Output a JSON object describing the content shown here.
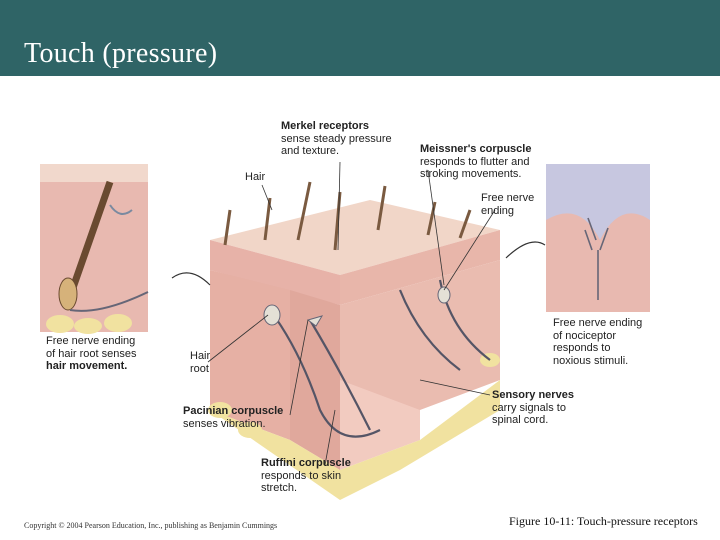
{
  "slide": {
    "title": "Touch (pressure)",
    "copyright": "Copyright © 2004 Pearson Education, Inc., publishing as Benjamin Cummings",
    "caption": "Figure 10-11: Touch-pressure receptors"
  },
  "figure": {
    "labels": {
      "merkel_title": "Merkel receptors",
      "merkel_desc1": "sense steady pressure",
      "merkel_desc2": "and texture.",
      "meissner_title": "Meissner's corpuscle",
      "meissner_desc1": "responds to flutter and",
      "meissner_desc2": "stroking movements.",
      "hair": "Hair",
      "free_nerve_1": "Free nerve",
      "free_nerve_2": "ending",
      "hair_root_free_1": "Free nerve ending",
      "hair_root_free_2": "of hair root senses",
      "hair_root_free_3": "hair movement.",
      "hair_root_1": "Hair",
      "hair_root_2": "root",
      "nociceptor_1": "Free nerve ending",
      "nociceptor_2": "of nociceptor",
      "nociceptor_3": "responds to",
      "nociceptor_4": "noxious stimuli.",
      "sensory_title": "Sensory nerves",
      "sensory_desc1": "carry signals to",
      "sensory_desc2": "spinal cord.",
      "pacinian_title": "Pacinian corpuscle",
      "pacinian_desc": "senses vibration.",
      "ruffini_title": "Ruffini corpuscle",
      "ruffini_desc1": "responds to skin",
      "ruffini_desc2": "stretch."
    }
  }
}
